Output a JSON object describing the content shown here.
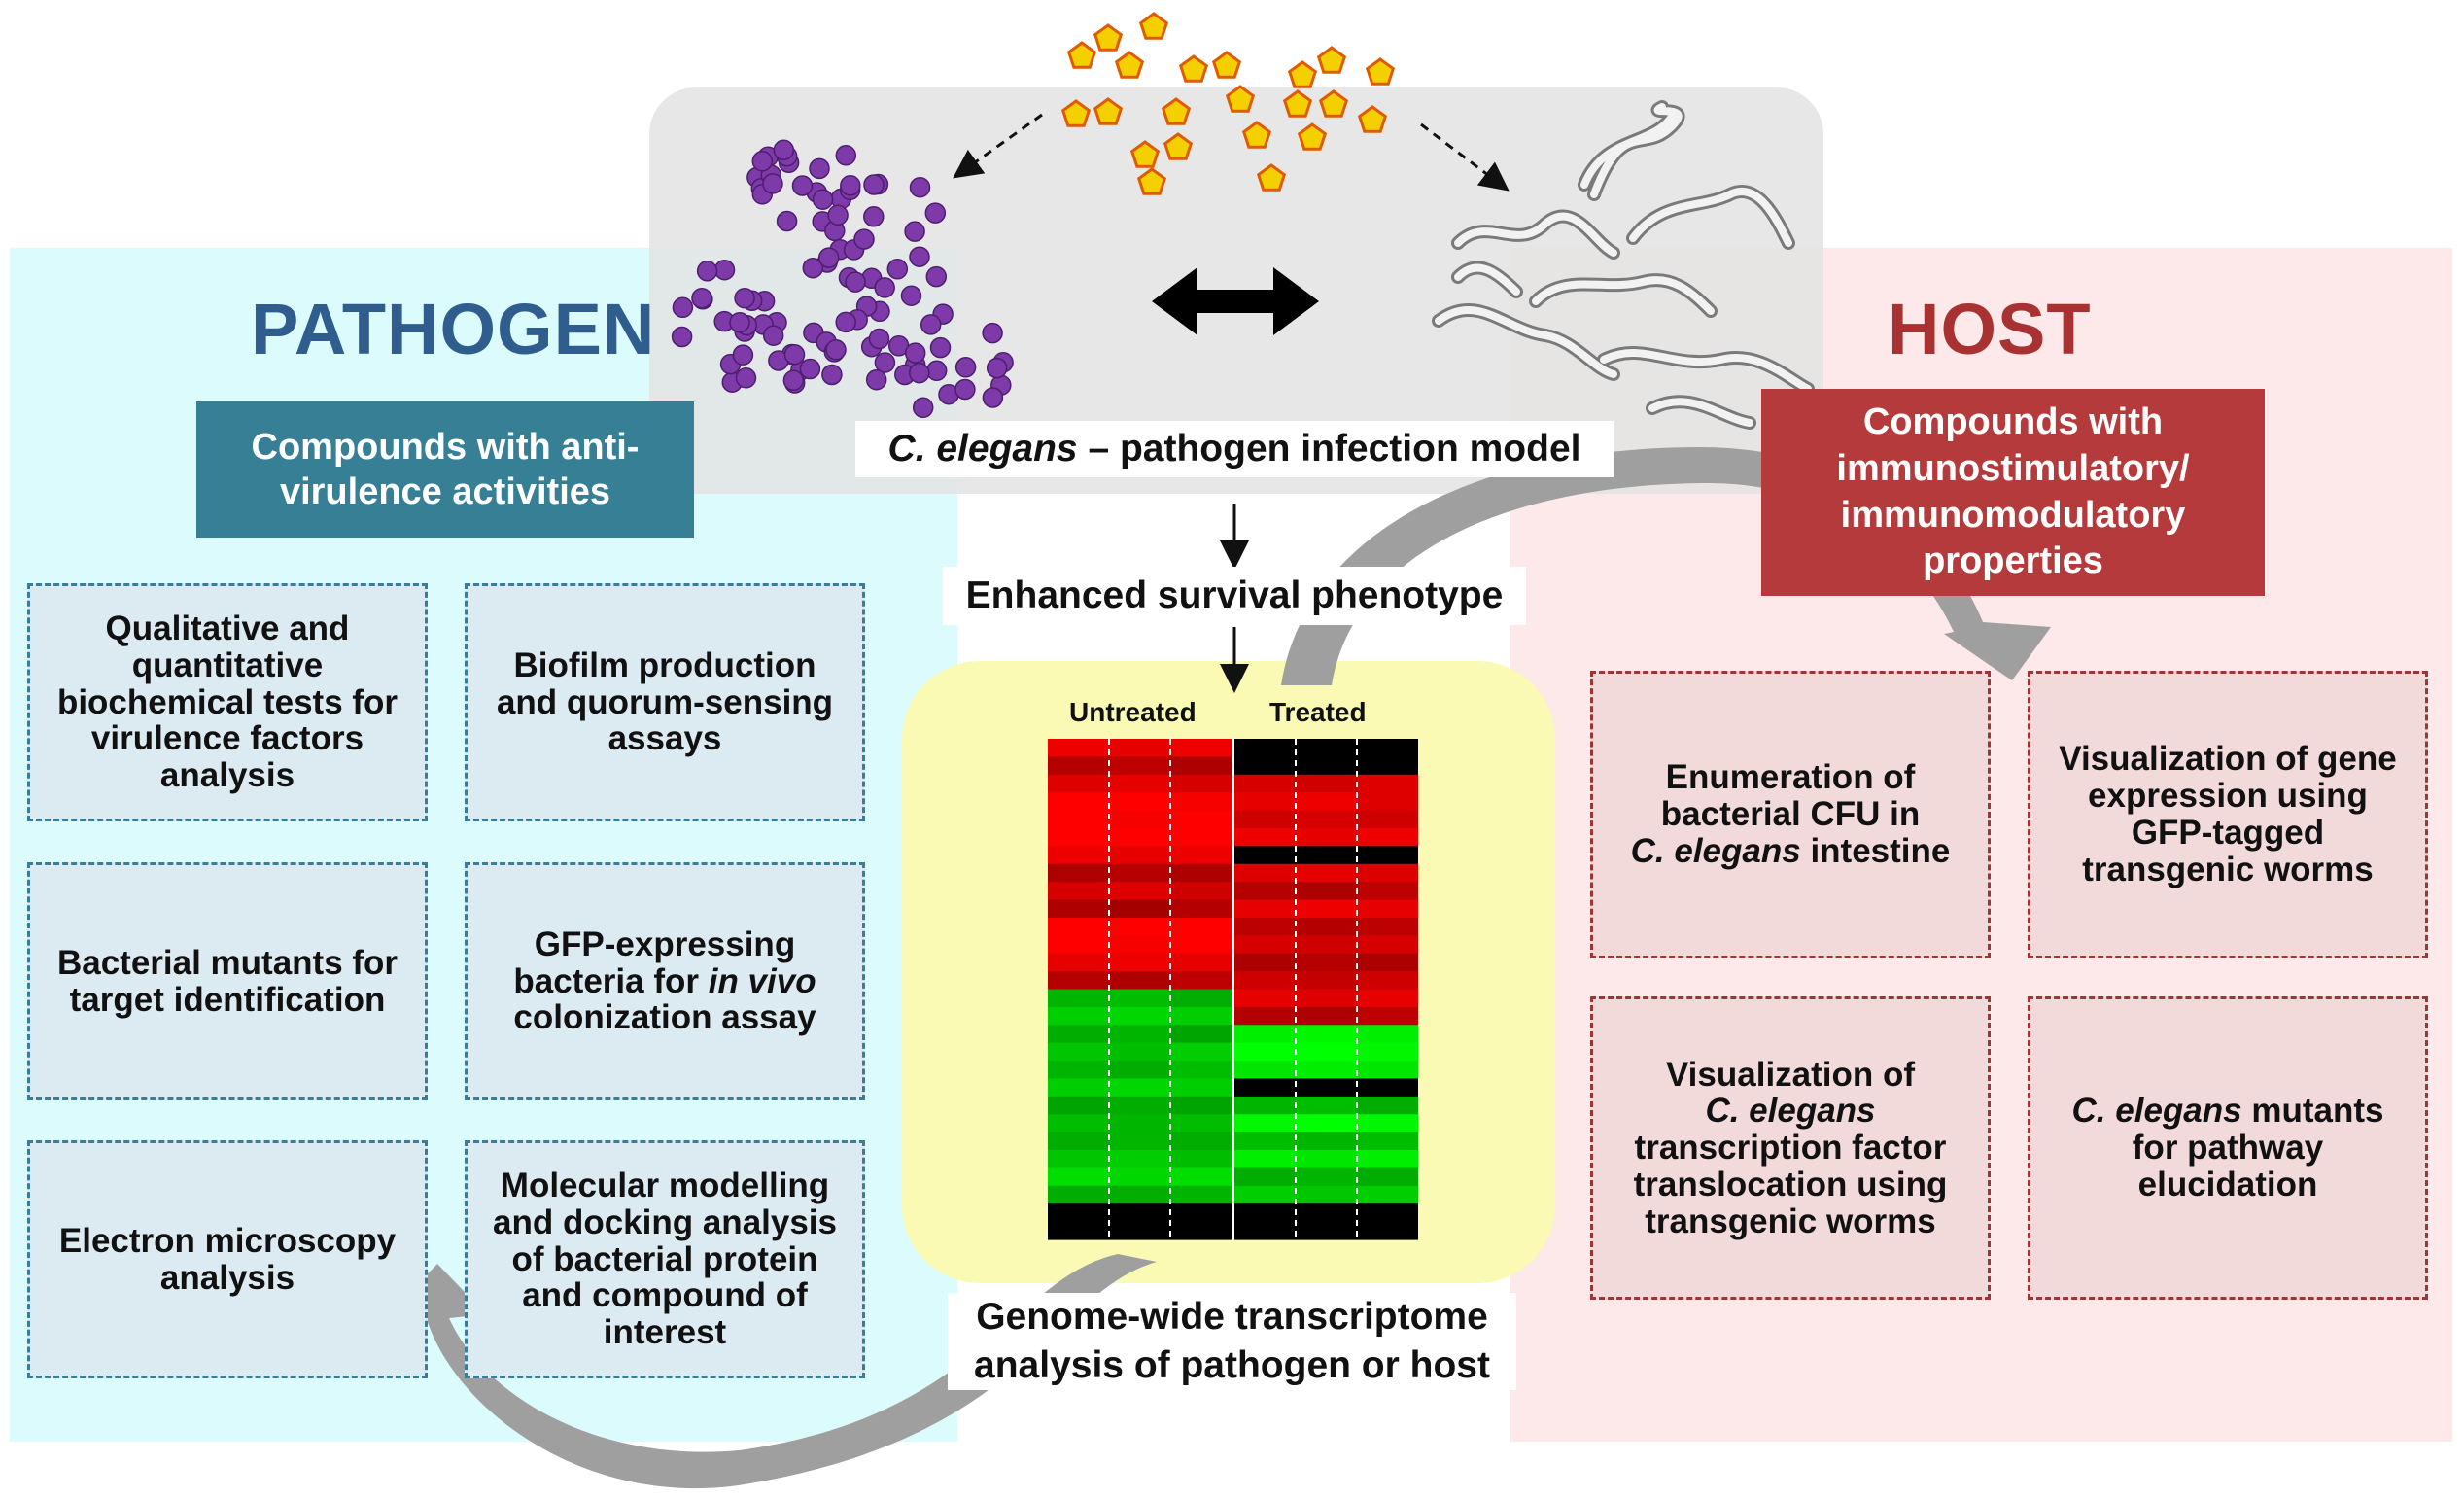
{
  "pathogen": {
    "title": "PATHOGEN",
    "banner_lines": [
      "Compounds with anti-",
      "virulence activities"
    ],
    "boxes": [
      {
        "lines": [
          "Qualitative and",
          "quantitative",
          "biochemical tests for",
          "virulence factors",
          "analysis"
        ]
      },
      {
        "lines": [
          "Biofilm production",
          "and quorum-sensing",
          "assays"
        ]
      },
      {
        "lines": [
          "Bacterial mutants for",
          "target identification"
        ]
      },
      {
        "line1": "GFP-expressing",
        "line2_pre": "bacteria for ",
        "line2_em": "in vivo",
        "line3": "colonization assay"
      },
      {
        "lines": [
          "Electron microscopy",
          "analysis"
        ]
      },
      {
        "lines": [
          "Molecular modelling",
          "and docking analysis",
          "of bacterial protein",
          "and compound of",
          "interest"
        ]
      }
    ]
  },
  "host": {
    "title": "HOST",
    "banner_lines": [
      "Compounds with",
      "immunostimulatory/",
      "immunomodulatory",
      "properties"
    ],
    "boxes": [
      {
        "line1": "Enumeration of",
        "line2": "bacterial CFU in",
        "line3_em": "C. elegans",
        "line3_post": " intestine"
      },
      {
        "lines": [
          "Visualization of gene",
          "expression using",
          "GFP-tagged",
          "transgenic worms"
        ]
      },
      {
        "line1": "Visualization of",
        "line2_em": "C. elegans",
        "line3": "transcription factor",
        "line4": "translocation using",
        "line5": "transgenic worms"
      },
      {
        "line1_em": "C. elegans",
        "line1_post": " mutants",
        "line2": "for pathway",
        "line3": "elucidation"
      }
    ]
  },
  "center": {
    "model_em": "C. elegans",
    "model_rest": " – pathogen infection model",
    "phenotype": "Enhanced survival phenotype",
    "transcriptome_lines": [
      "Genome-wide transcriptome",
      "analysis of pathogen or host"
    ]
  },
  "heatmap": {
    "untreated_label": "Untreated",
    "treated_label": "Treated",
    "rows": 28,
    "untreated": [
      [
        0.9,
        0.85,
        0.9
      ],
      [
        0.55,
        0.6,
        0.5
      ],
      [
        0.8,
        0.85,
        0.75
      ],
      [
        1,
        1,
        0.95
      ],
      [
        1,
        0.95,
        1
      ],
      [
        1,
        1,
        1
      ],
      [
        0.9,
        0.85,
        0.9
      ],
      [
        0.5,
        0.55,
        0.5
      ],
      [
        0.75,
        0.8,
        0.7
      ],
      [
        0.5,
        0.45,
        0.55
      ],
      [
        1,
        1,
        1
      ],
      [
        1,
        0.95,
        1
      ],
      [
        0.85,
        0.9,
        0.85
      ],
      [
        0.55,
        0.5,
        0.6
      ],
      [
        -0.55,
        -0.6,
        -0.5
      ],
      [
        -0.7,
        -0.75,
        -0.7
      ],
      [
        -0.5,
        -0.55,
        -0.45
      ],
      [
        -0.65,
        -0.6,
        -0.7
      ],
      [
        -0.55,
        -0.5,
        -0.6
      ],
      [
        -0.7,
        -0.75,
        -0.7
      ],
      [
        -0.45,
        -0.5,
        -0.45
      ],
      [
        -0.6,
        -0.55,
        -0.6
      ],
      [
        -0.5,
        -0.55,
        -0.5
      ],
      [
        -0.65,
        -0.7,
        -0.6
      ],
      [
        -0.8,
        -0.75,
        -0.8
      ],
      [
        -0.5,
        -0.5,
        -0.55
      ],
      [
        0,
        0,
        0
      ],
      [
        0,
        0,
        0
      ]
    ],
    "treated": [
      [
        0,
        0,
        0
      ],
      [
        0,
        0,
        0
      ],
      [
        0.75,
        0.7,
        0.8
      ],
      [
        0.85,
        0.9,
        0.8
      ],
      [
        0.7,
        0.75,
        0.7
      ],
      [
        0.9,
        0.85,
        0.9
      ],
      [
        0,
        0,
        0
      ],
      [
        0.8,
        0.85,
        0.8
      ],
      [
        0.55,
        0.5,
        0.6
      ],
      [
        0.85,
        0.9,
        0.85
      ],
      [
        0.6,
        0.55,
        0.6
      ],
      [
        0.75,
        0.7,
        0.75
      ],
      [
        0.5,
        0.55,
        0.5
      ],
      [
        0.7,
        0.65,
        0.7
      ],
      [
        0.85,
        0.8,
        0.85
      ],
      [
        0.55,
        0.5,
        0.6
      ],
      [
        -0.9,
        -0.95,
        -0.9
      ],
      [
        -1,
        -1,
        -0.95
      ],
      [
        -0.85,
        -0.9,
        -0.85
      ],
      [
        0,
        0,
        0
      ],
      [
        -0.55,
        -0.6,
        -0.5
      ],
      [
        -0.95,
        -1,
        -0.95
      ],
      [
        -0.6,
        -0.55,
        -0.6
      ],
      [
        -0.9,
        -0.85,
        -0.9
      ],
      [
        -0.5,
        -0.55,
        -0.5
      ],
      [
        -0.7,
        -0.65,
        -0.7
      ],
      [
        0,
        0,
        0
      ],
      [
        0,
        0,
        0
      ]
    ]
  },
  "colors": {
    "pathogen_panel": "#dcfbfd",
    "host_panel": "#fde8ea",
    "model_panel": "#e5e5e5",
    "heatmap_panel": "#fbfbb8",
    "pathogen_banner": "#367f95",
    "host_banner": "#b53a3c",
    "pathogen_title": "#2f5d8e",
    "host_title": "#a83232",
    "bacteria": "#7d3aa8",
    "compounds": "#f4d000",
    "worms": "#888888",
    "curve_arrow": "#999999"
  },
  "icons": [
    "bacteria-cluster-icon",
    "compound-pentagon-icon",
    "worm-icon",
    "double-arrow-icon",
    "down-arrow-icon",
    "dashed-arrow-icon",
    "curved-arrow-icon"
  ]
}
